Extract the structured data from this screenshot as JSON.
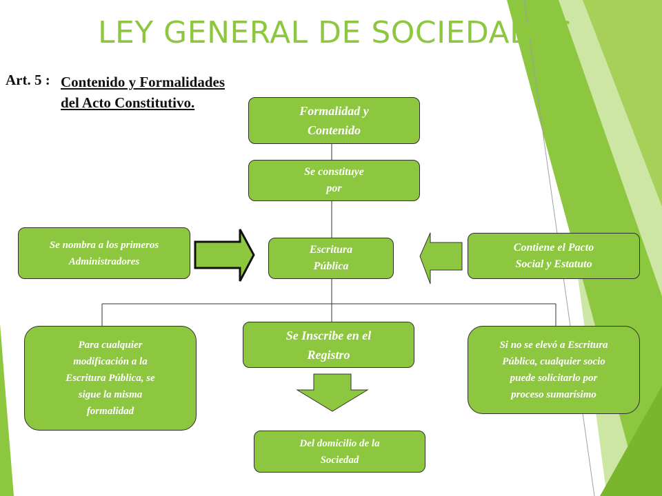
{
  "title": "LEY GENERAL DE SOCIEDADES",
  "article": {
    "label": "Art. 5 :",
    "line1": "Contenido y Formalidades",
    "line2": "del Acto Constitutivo."
  },
  "nodes": {
    "formalidad": {
      "line1": "Formalidad y",
      "line2": "Contenido"
    },
    "constituye": {
      "line1": "Se constituye",
      "line2": "por"
    },
    "escritura": {
      "line1": "Escritura",
      "line2": "Pública"
    },
    "administradores": {
      "line1": "Se nombra a los primeros",
      "line2": "Administradores"
    },
    "pacto": {
      "line1": "Contiene el Pacto",
      "line2": "Social y Estatuto"
    },
    "inscribe": {
      "line1": "Se Inscribe en el",
      "line2": "Registro"
    },
    "modificacion": {
      "lines": [
        "Para cualquier",
        "modificación a la",
        "Escritura Pública, se",
        "sigue la misma",
        "formalidad"
      ]
    },
    "sumarisimo": {
      "lines": [
        "Si no se elevó a Escritura",
        "Pública, cualquier socio",
        "puede solicitarlo por",
        "proceso sumarísimo"
      ]
    },
    "domicilio": {
      "line1": "Del domicilio de la",
      "line2": "Sociedad"
    }
  },
  "colors": {
    "box_fill": "#8dc63f",
    "title": "#8dc63f",
    "deco_dark": "#7ab52e",
    "deco_light": "#c5e08a"
  }
}
